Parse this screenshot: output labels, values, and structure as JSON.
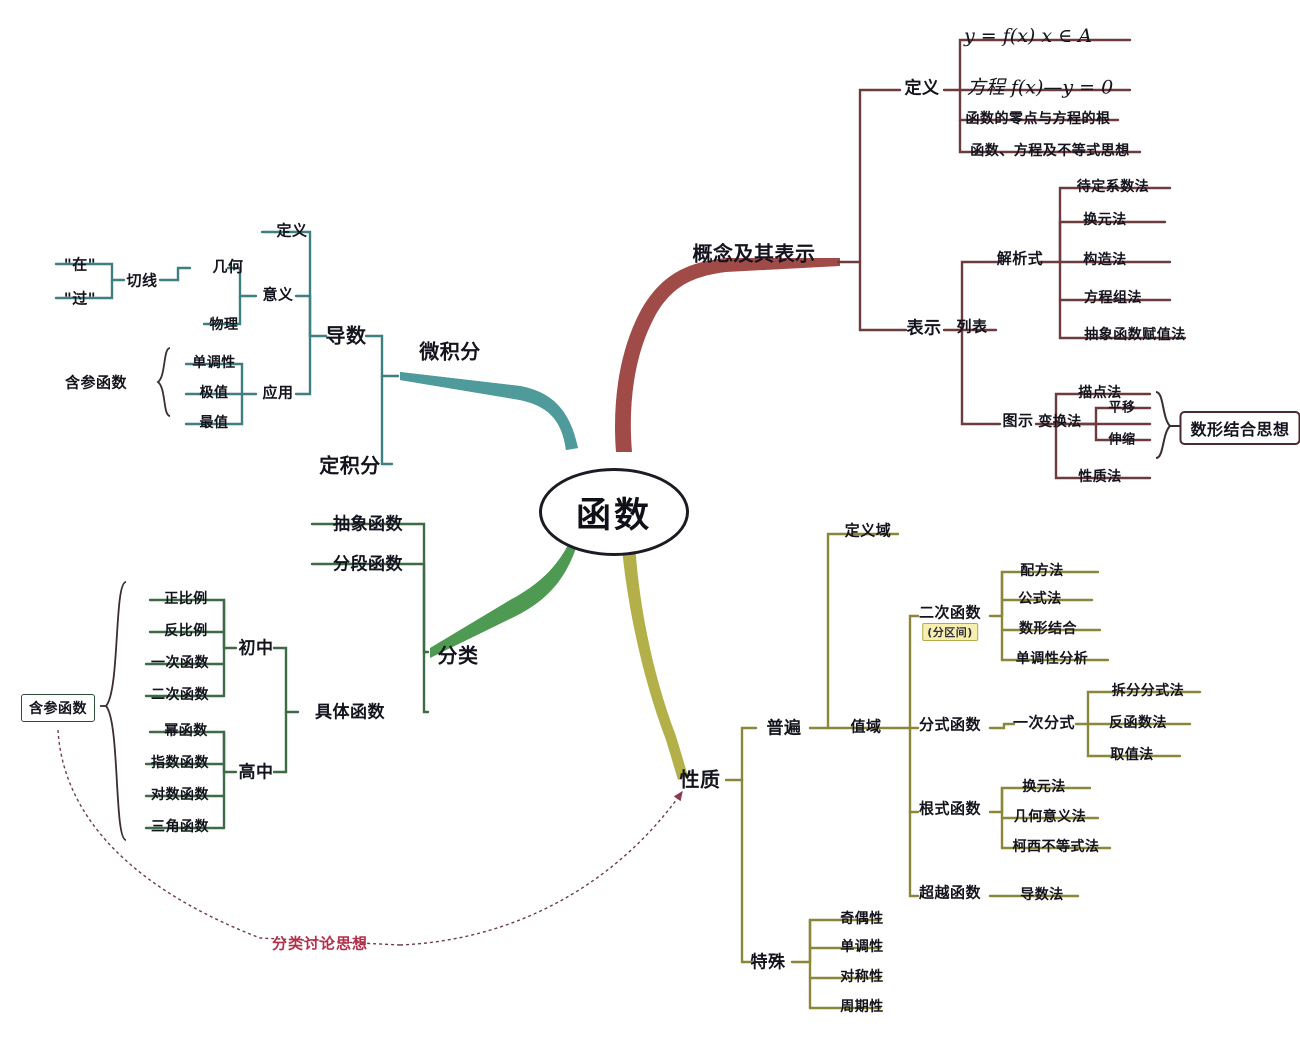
{
  "title": "函数 思维导图",
  "center": {
    "label": "函数"
  },
  "colors": {
    "trunk_calculus": "#4f9a9a",
    "trunk_concept": "#a04b48",
    "trunk_classify": "#4f9a52",
    "trunk_property": "#b3b049",
    "note_red": "#b5304b",
    "box_border_dark": "#4a2a30",
    "highlight_yellow": "#f6efb0"
  },
  "branches": {
    "concept": {
      "label": "概念及其表示",
      "definition": {
        "label": "定义",
        "items": [
          "y = f(x)        x ∈ A",
          "方程  f(x)—y = 0",
          "函数的零点与方程的根",
          "函数、方程及不等式思想"
        ]
      },
      "representation": {
        "label": "表示",
        "children": [
          {
            "label": "解析式",
            "items": [
              "待定系数法",
              "换元法",
              "构造法",
              "方程组法",
              "抽象函数赋值法"
            ]
          },
          {
            "label": "列表",
            "items": []
          },
          {
            "label": "图示",
            "items": [
              "描点法",
              "变换法",
              "性质法"
            ],
            "transform_children": [
              "平移",
              "伸缩"
            ],
            "conclusion": "数形结合思想"
          }
        ]
      }
    },
    "calculus": {
      "label": "微积分",
      "children": [
        {
          "label": "导数",
          "children": [
            {
              "label": "定义",
              "items": []
            },
            {
              "label": "意义",
              "items": [
                "几何",
                "物理"
              ],
              "geometry_child": {
                "label": "切线",
                "items": [
                  "\"在\"",
                  "\"过\""
                ]
              }
            },
            {
              "label": "应用",
              "items": [
                "单调性",
                "极值",
                "最值"
              ],
              "brace_label": "含参函数"
            }
          ]
        },
        {
          "label": "定积分",
          "children": []
        }
      ]
    },
    "classification": {
      "label": "分类",
      "children": [
        {
          "label": "抽象函数",
          "items": []
        },
        {
          "label": "分段函数",
          "items": []
        },
        {
          "label": "具体函数",
          "children": [
            {
              "label": "初中",
              "items": [
                "正比例",
                "反比例",
                "一次函数",
                "二次函数"
              ]
            },
            {
              "label": "高中",
              "items": [
                "幂函数",
                "指数函数",
                "对数函数",
                "三角函数"
              ]
            }
          ],
          "brace_label": "含参函数"
        }
      ]
    },
    "property": {
      "label": "性质",
      "children": [
        {
          "label": "普遍",
          "children": [
            {
              "label": "定义域",
              "items": []
            },
            {
              "label": "值域",
              "children": [
                {
                  "label": "二次函数",
                  "tag": "(分区间)",
                  "items": [
                    "配方法",
                    "公式法",
                    "数形结合",
                    "单调性分析"
                  ]
                },
                {
                  "label": "分式函数",
                  "sub": "一次分式",
                  "items": [
                    "拆分分式法",
                    "反函数法",
                    "取值法"
                  ]
                },
                {
                  "label": "根式函数",
                  "items": [
                    "换元法",
                    "几何意义法",
                    "柯西不等式法"
                  ]
                },
                {
                  "label": "超越函数",
                  "items": [
                    "导数法"
                  ]
                }
              ]
            }
          ]
        },
        {
          "label": "特殊",
          "items": [
            "奇偶性",
            "单调性",
            "对称性",
            "周期性"
          ]
        }
      ]
    }
  },
  "annotations": {
    "classification_thought": "分类讨论思想",
    "param_function_box": "含参函数",
    "number_shape_box": "数形结合思想"
  }
}
